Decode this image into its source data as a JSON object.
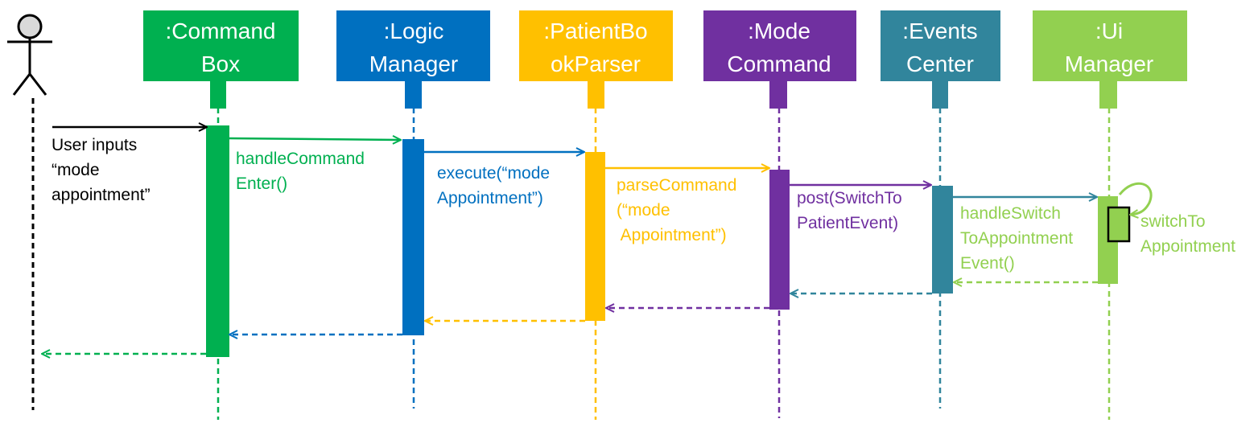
{
  "diagram": {
    "actor": {
      "name": "user-actor"
    },
    "lifelines": [
      {
        "id": "commandbox",
        "lines": [
          ":Command",
          "Box"
        ],
        "color": "#00b050"
      },
      {
        "id": "logic",
        "lines": [
          ":Logic",
          "Manager"
        ],
        "color": "#0070c0"
      },
      {
        "id": "parser",
        "lines": [
          ":PatientBo",
          "okParser"
        ],
        "color": "#ffc000"
      },
      {
        "id": "modecommand",
        "lines": [
          ":Mode",
          "Command"
        ],
        "color": "#7030a0"
      },
      {
        "id": "events",
        "lines": [
          ":Events",
          "Center"
        ],
        "color": "#31859c"
      },
      {
        "id": "ui",
        "lines": [
          ":Ui",
          "Manager"
        ],
        "color": "#92d050"
      }
    ],
    "messages": [
      {
        "id": "user-input",
        "lines": [
          "User inputs",
          "“mode",
          "appointment”"
        ],
        "color": "#000000"
      },
      {
        "id": "handle-command",
        "lines": [
          "handleCommand",
          "Enter()"
        ],
        "color": "#00b050"
      },
      {
        "id": "execute",
        "lines": [
          "execute(“mode",
          "Appointment”)"
        ],
        "color": "#0070c0"
      },
      {
        "id": "parse-command",
        "lines": [
          "parseCommand",
          "(“mode",
          " Appointment”)"
        ],
        "color": "#ffc000"
      },
      {
        "id": "post",
        "lines": [
          "post(SwitchTo",
          "PatientEvent)"
        ],
        "color": "#7030a0"
      },
      {
        "id": "handle-switch",
        "lines": [
          "handleSwitch",
          "ToAppointment",
          "Event()"
        ],
        "color": "#92d050"
      },
      {
        "id": "switch-to",
        "lines": [
          "switchTo",
          "Appointment"
        ],
        "color": "#92d050"
      }
    ]
  }
}
